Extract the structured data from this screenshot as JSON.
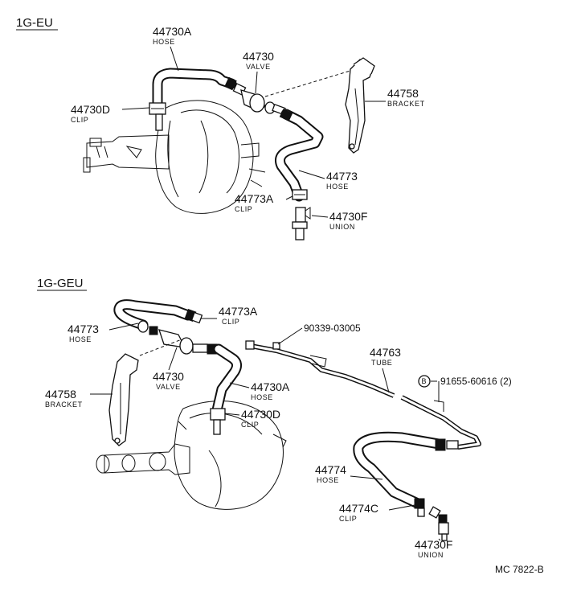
{
  "sections": [
    {
      "title": "1G-EU",
      "labels": [
        {
          "part": "44730A",
          "name": "HOSE"
        },
        {
          "part": "44730",
          "name": "VALVE"
        },
        {
          "part": "44758",
          "name": "BRACKET"
        },
        {
          "part": "44730D",
          "name": "CLIP"
        },
        {
          "part": "44773",
          "name": "HOSE"
        },
        {
          "part": "44773A",
          "name": "CLIP"
        },
        {
          "part": "44730F",
          "name": "UNION"
        }
      ]
    },
    {
      "title": "1G-GEU",
      "labels": [
        {
          "part": "44773A",
          "name": "CLIP"
        },
        {
          "part": "44773",
          "name": "HOSE"
        },
        {
          "part": "90339-03005"
        },
        {
          "part": "44763",
          "name": "TUBE"
        },
        {
          "part": "44730",
          "name": "VALVE"
        },
        {
          "part": "44758",
          "name": "BRACKET"
        },
        {
          "part": "44730A",
          "name": "HOSE"
        },
        {
          "part": "44730D",
          "name": "CLIP"
        },
        {
          "part": "91655-60616 (2)",
          "marker": "B"
        },
        {
          "part": "44774",
          "name": "HOSE"
        },
        {
          "part": "44774C",
          "name": "CLIP"
        },
        {
          "part": "44730F",
          "name": "UNION"
        }
      ]
    }
  ],
  "footer_code": "MC 7822-B",
  "colors": {
    "ink": "#111111",
    "paper": "#ffffff"
  }
}
